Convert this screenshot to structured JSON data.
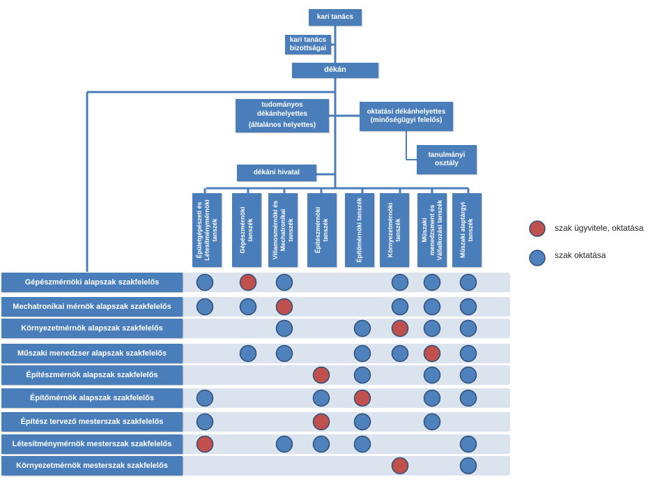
{
  "top": {
    "kari_tanacs": "kari tanács",
    "bizottsagai": [
      "kari tanács",
      "bizottságai"
    ],
    "dekan": "dékán",
    "tudomanyos": [
      "tudományos",
      "dékánhelyettes",
      "(általános helyettes)"
    ],
    "oktatasi": [
      "oktatási dékánhelyettes",
      "(minőségügyi felelős)"
    ],
    "tanulmanyi": [
      "tanulmányi",
      "osztály"
    ],
    "dekani_hivatal": "dékáni hivatal"
  },
  "departments": [
    [
      "Épületgépészeti és",
      "Létesítménymérnöki",
      "tanszék"
    ],
    [
      "Gépészmérnöki",
      "tanszék"
    ],
    [
      "Villamosmérnöki és",
      "Mechatronikai",
      "tanszék"
    ],
    [
      "Építészmérnöki",
      "tanszék"
    ],
    [
      "Építőmérnöki tanszék"
    ],
    [
      "Környezetmérnöki",
      "tanszék"
    ],
    [
      "Műszaki",
      "menedzsment és",
      "Vállalkozási tanszék"
    ],
    [
      "Műszaki alaptárgyi",
      "tanszék"
    ]
  ],
  "rows": [
    {
      "label": "Gépészmérnöki alapszak szakfelelős",
      "cells": [
        "b",
        "r",
        "b",
        "",
        "",
        "b",
        "b",
        "b"
      ]
    },
    {
      "label": "Mechatronikai mérnök alapszak szakfelelős",
      "cells": [
        "b",
        "b",
        "r",
        "",
        "",
        "b",
        "b",
        "b"
      ]
    },
    {
      "label": "Környezetmérnök alapszak szakfelelős",
      "cells": [
        "",
        "",
        "b",
        "",
        "b",
        "r",
        "b",
        "b"
      ]
    },
    {
      "label": "Műszaki menedzser alapszak szakfelelős",
      "cells": [
        "",
        "b",
        "b",
        "",
        "b",
        "b",
        "r",
        "b"
      ]
    },
    {
      "label": "Építészmérnök alapszak szakfelelős",
      "cells": [
        "",
        "",
        "",
        "r",
        "b",
        "",
        "b",
        "b"
      ]
    },
    {
      "label": "Építőmérnök alapszak szakfelelős",
      "cells": [
        "b",
        "",
        "",
        "b",
        "r",
        "",
        "b",
        "b"
      ]
    },
    {
      "label": "Építész tervező mesterszak szakfelelős",
      "cells": [
        "b",
        "",
        "",
        "r",
        "b",
        "",
        "b",
        ""
      ]
    },
    {
      "label": "Létesítménymérnök mesterszak szakfelelős",
      "cells": [
        "r",
        "",
        "b",
        "b",
        "b",
        "",
        "",
        "b"
      ]
    },
    {
      "label": "Környezetmérnök mesterszak szakfelelős",
      "cells": [
        "",
        "",
        "",
        "",
        "",
        "r",
        "",
        "b"
      ]
    }
  ],
  "legend": {
    "red": "szak ügyvitele, oktatása",
    "blue": "szak oktatása"
  },
  "colors": {
    "box": "#4a7ebb",
    "line": "#4a7ebb",
    "band": "#dbe3ee",
    "red_dot": "#c0504d",
    "blue_dot": "#4f81bd",
    "dot_border": "#2c4d75"
  }
}
